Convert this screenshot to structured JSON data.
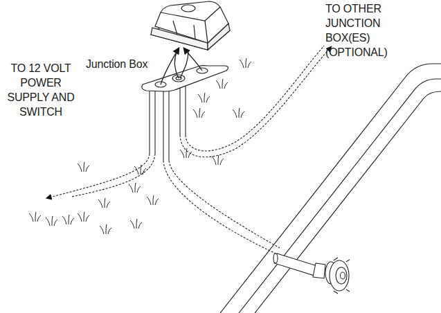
{
  "diagram": {
    "labels": [
      "Junction Box",
      "TO OTHER JUNCTION BOX(ES) (OPTIONAL)",
      "TO 12 VOLT POWER SUPPLY AND SWITCH"
    ]
  }
}
